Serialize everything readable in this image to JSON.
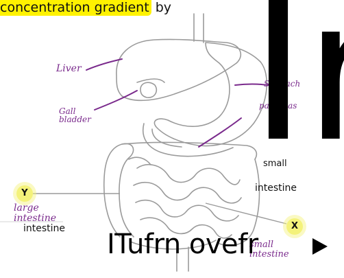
{
  "heading": {
    "highlighted_text": "concentration gradient",
    "trailing_text": " by"
  },
  "labels": {
    "liver": "Liver",
    "gall_bladder": "Gall\nbladder",
    "stomach": "Stomach",
    "pancreas": "pancreas",
    "large_intestine_handwritten": "large\nintestine",
    "small_intestine_handwritten": "small\nintestine",
    "small_typed": "small",
    "intestine_typed_right": "intestine",
    "intestine_typed_left": "intestine"
  },
  "markers": {
    "y": "Y",
    "x": "X"
  },
  "overlay": {
    "big_letters": "Ir",
    "caption": "ITufrn ovefr",
    "play_icon": "play-triangle-icon"
  },
  "colors": {
    "highlight": "#fff200",
    "ink": "#7a2a8c",
    "marker": "#f4f27a"
  }
}
